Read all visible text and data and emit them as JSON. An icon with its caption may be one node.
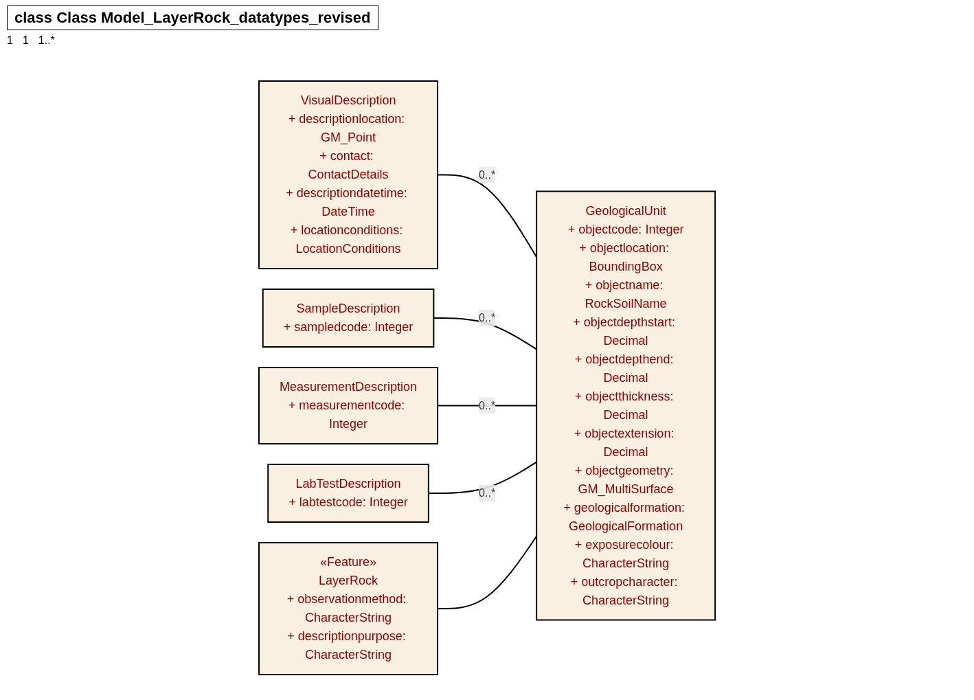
{
  "diagram": {
    "title": "class Class Model_LayerRock_datatypes_revised",
    "nodes": [
      {
        "text": [
          "VisualDescription",
          "+ descriptionlocation: GM_Point",
          "+ contact: ContactDetails",
          "+ descriptiondatetime: DateTime",
          "+ locationconditions: LocationConditions"
        ]
      },
      {
        "text": [
          "«Feature»",
          "LayerRock",
          "+ observationmethod: CharacterString",
          "+ descriptionpurpose: CharacterString"
        ]
      },
      {
        "text": [
          "SampleDescription",
          "+ sampledcode: Integer"
        ]
      },
      {
        "text": [
          "MeasurementDescription",
          "+ measurementcode: Integer"
        ]
      },
      {
        "text": [
          "LabTestDescription",
          "+ labtestcode: Integer"
        ]
      },
      {
        "text": [
          "GeologicalUnit",
          "+ objectcode: Integer",
          "+ objectlocation: BoundingBox",
          "+ objectname: RockSoilName",
          "+ objectdepthstart: Decimal",
          "+ objectdepthend: Decimal",
          "+ objectthickness: Decimal",
          "+ objectextension: Decimal",
          "+ objectgeometry: GM_MultiSurface",
          "+ geologicalformation: GeologicalFormation",
          "+ exposurecolour: CharacterString",
          "+ outcropcharacter: CharacterString"
        ]
      }
    ],
    "edges": [
      {
        "from": 0,
        "to": 5,
        "arrow": "none",
        "label": "0..*"
      },
      {
        "from": 2,
        "to": 5,
        "arrow": "none",
        "label": "0..*"
      },
      {
        "from": 3,
        "to": 5,
        "arrow": "none",
        "label": "0..*"
      },
      {
        "from": 4,
        "to": 5,
        "arrow": "none",
        "label": "0..*"
      },
      {
        "from": 1,
        "to": 5,
        "arrow": "none"
      }
    ],
    "labels": [
      "1",
      "1",
      "1..*"
    ]
  }
}
